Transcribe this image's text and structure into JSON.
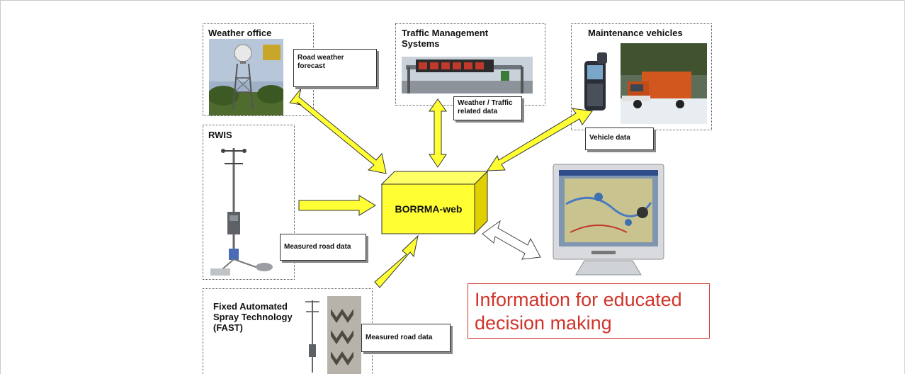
{
  "diagram": {
    "hub_label": "BORRMA-web",
    "boxes": {
      "weather_office": "Weather office",
      "traffic_management": "Traffic Management Systems",
      "maintenance_vehicles": "Maintenance vehicles",
      "rwis": "RWIS",
      "fast": "Fixed Automated Spray Technology (FAST)"
    },
    "notes": {
      "road_weather_forecast": "Road weather forecast",
      "weather_traffic_data": "Weather / Traffic related data",
      "vehicle_data": "Vehicle data",
      "measured_road_data_rwis": "Measured road data",
      "measured_road_data_fast": "Measured road data"
    },
    "info_text": "Information for educated decision making",
    "colors": {
      "arrow_fill": "#ffff33",
      "hub_fill": "#ffff33",
      "info_text": "#d0352b"
    }
  }
}
